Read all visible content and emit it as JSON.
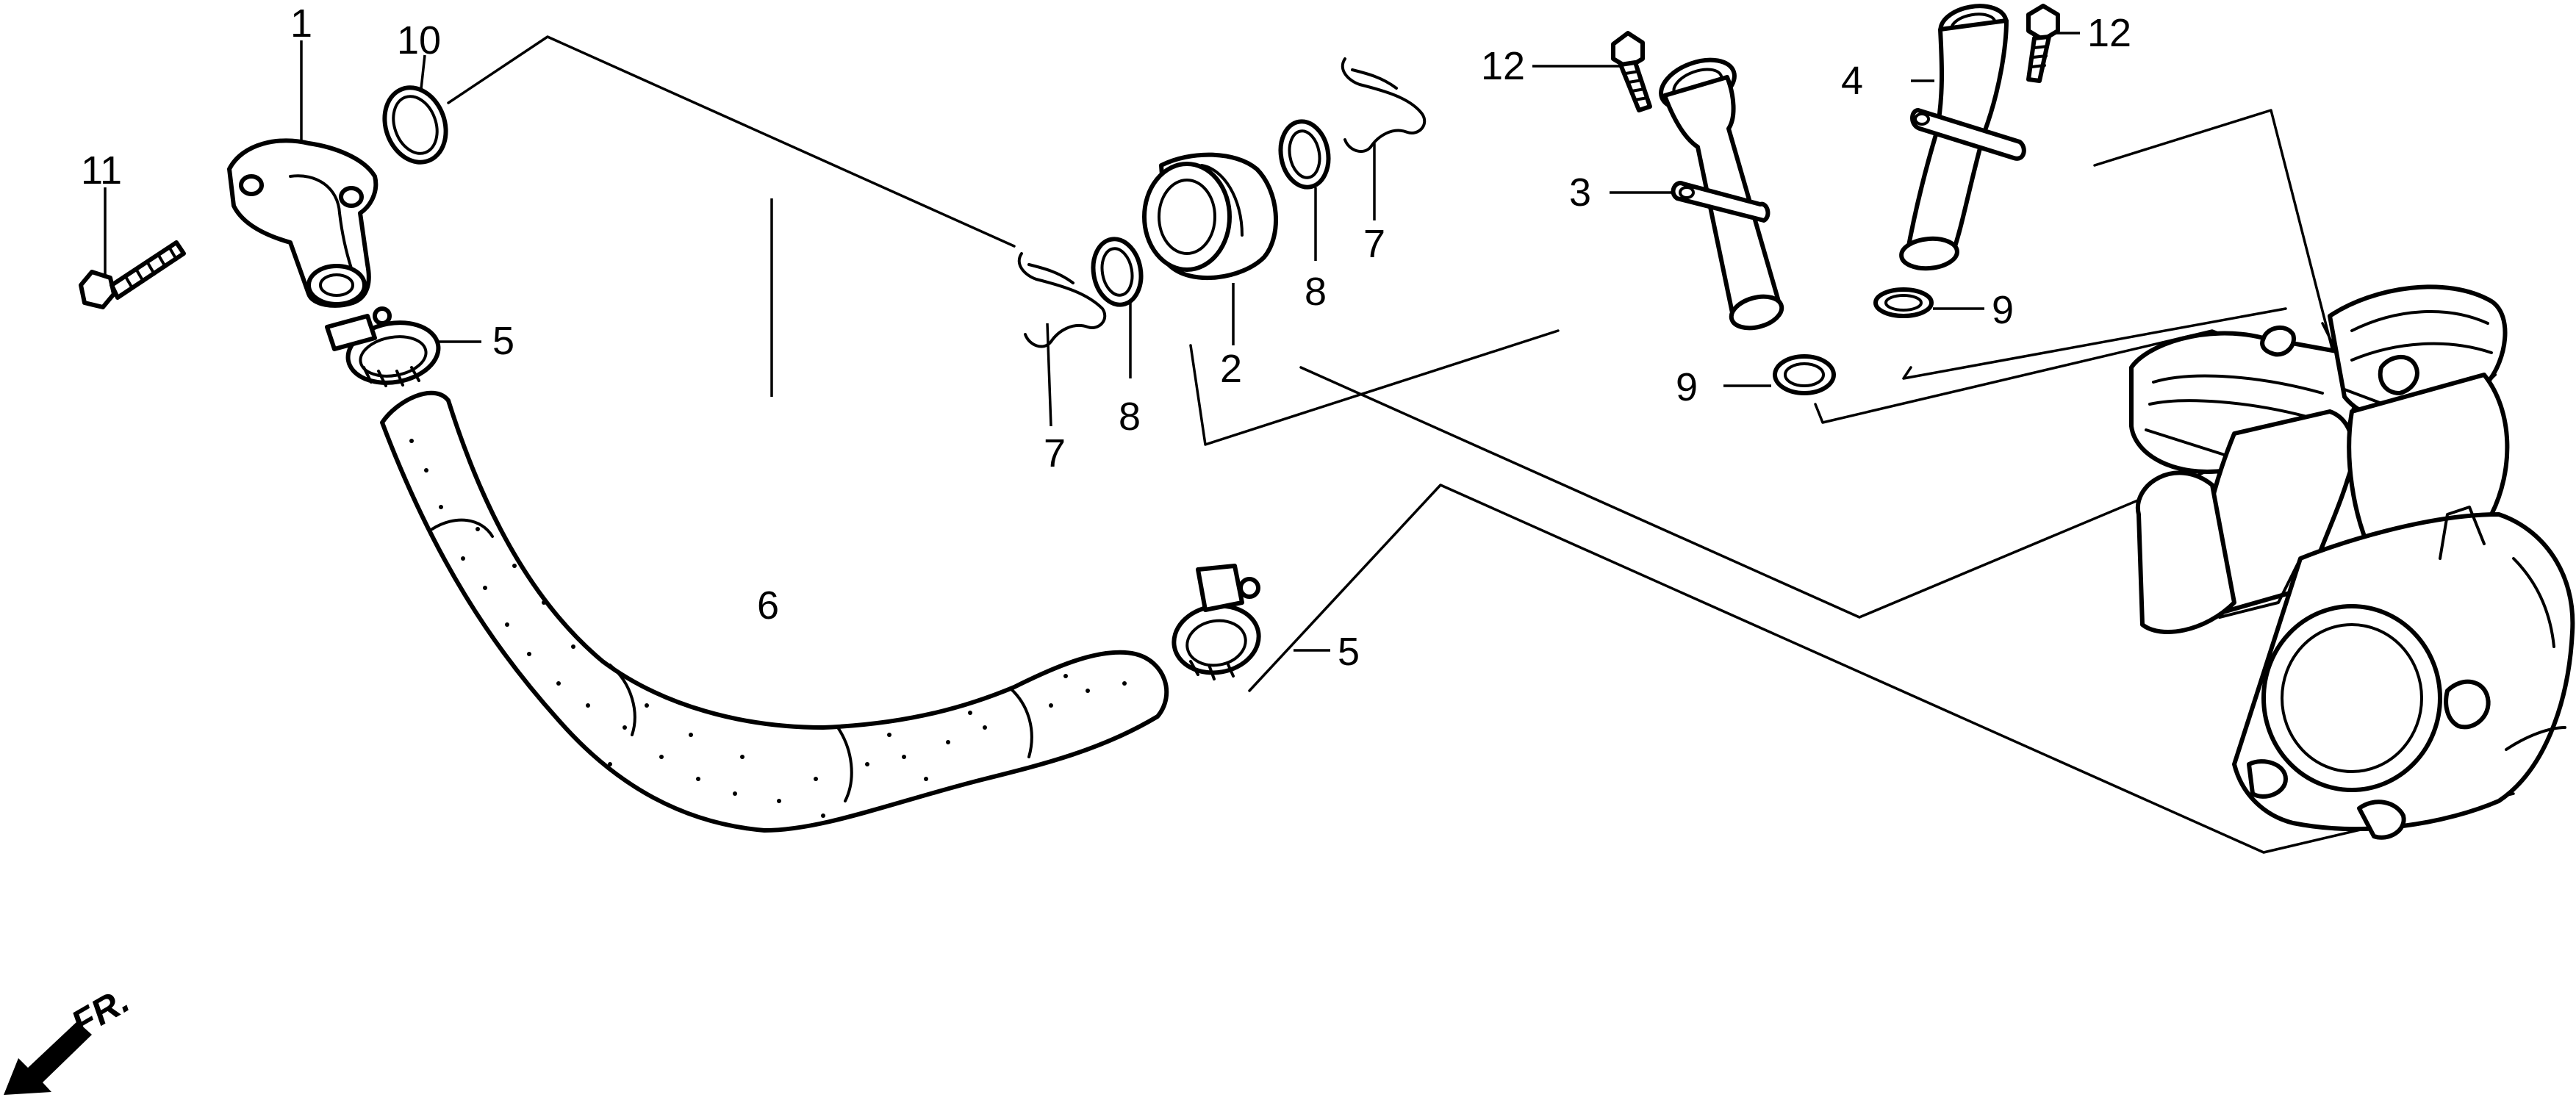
{
  "callouts": {
    "c1": "1",
    "c2": "2",
    "c3": "3",
    "c4": "4",
    "c5a": "5",
    "c5b": "5",
    "c6": "6",
    "c7a": "7",
    "c7b": "7",
    "c8a": "8",
    "c8b": "8",
    "c9a": "9",
    "c9b": "9",
    "c10": "10",
    "c11": "11",
    "c12a": "12",
    "c12b": "12"
  },
  "direction": {
    "label": "FR."
  }
}
